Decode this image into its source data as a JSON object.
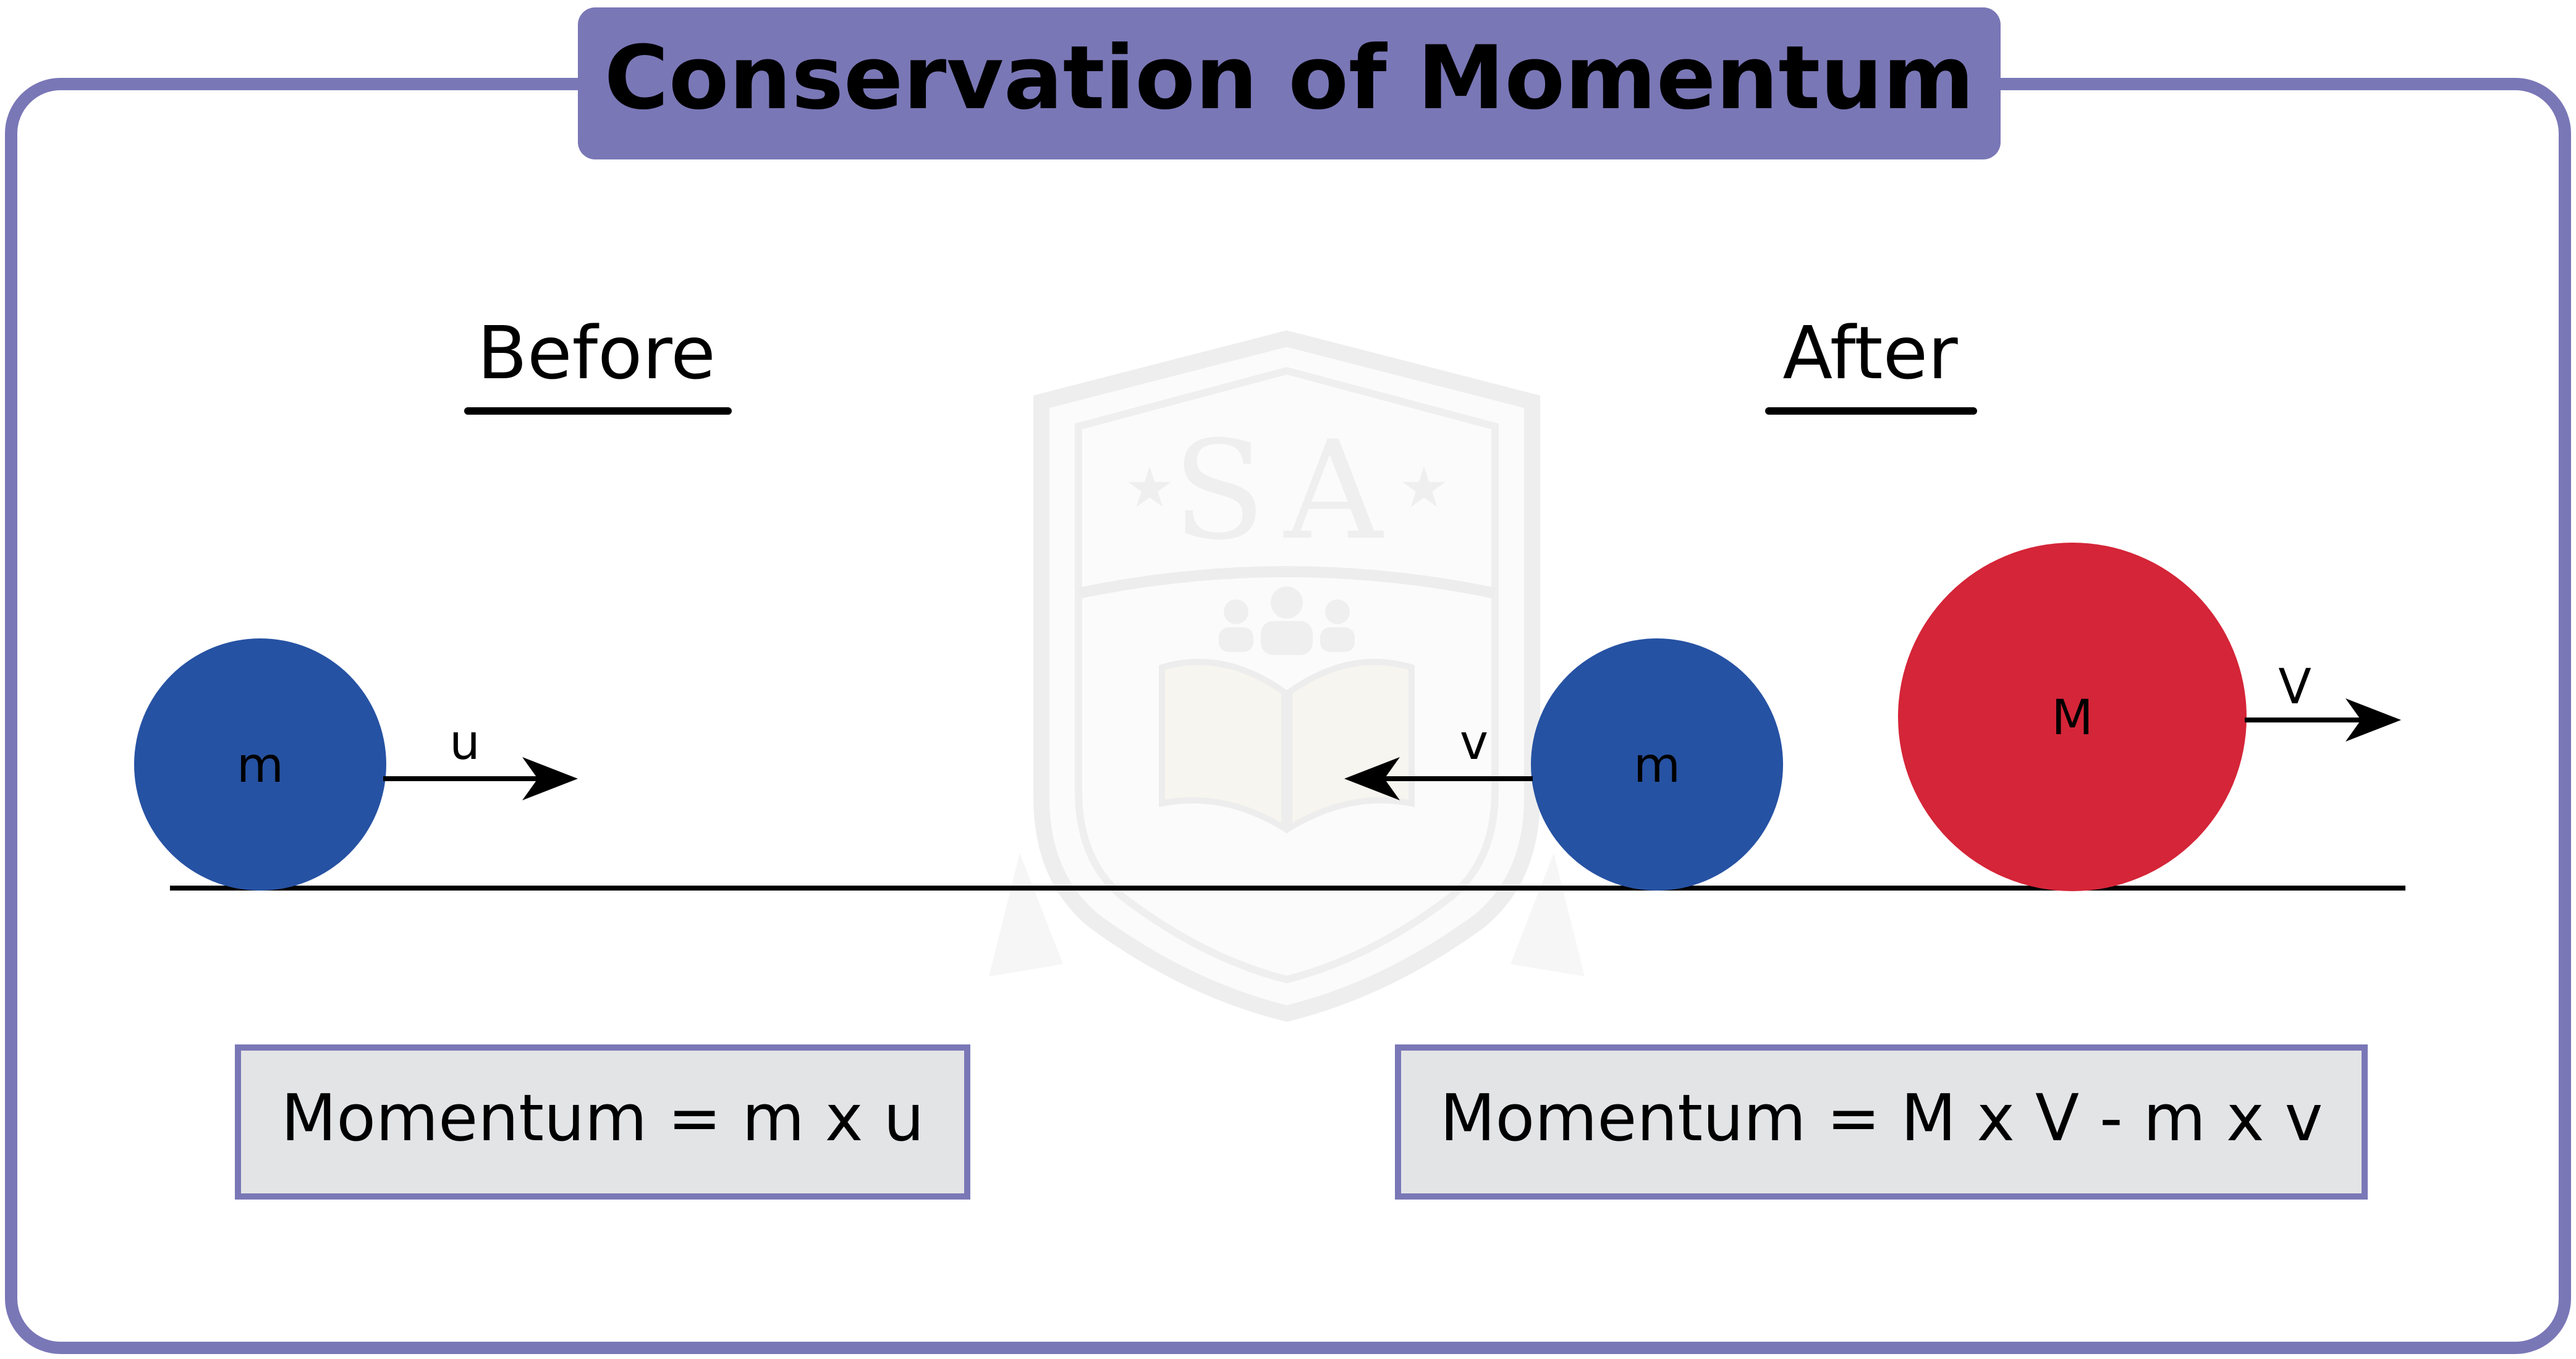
{
  "title": "Conservation of Momentum",
  "before": {
    "heading": "Before",
    "ball_label": "m",
    "velocity_label": "u",
    "equation": "Momentum = m x u"
  },
  "after": {
    "heading": "After",
    "small_ball_label": "m",
    "small_velocity_label": "v",
    "large_ball_label": "M",
    "large_velocity_label": "V",
    "equation": "Momentum = M x V - m x v"
  },
  "watermark": {
    "text": "SA"
  },
  "colors": {
    "frame": "#7a77b7",
    "title_bg": "#7a77b7",
    "small_ball": "#2652a3",
    "large_ball": "#d52538",
    "equation_bg": "#e3e4e6",
    "ink": "#000000"
  }
}
